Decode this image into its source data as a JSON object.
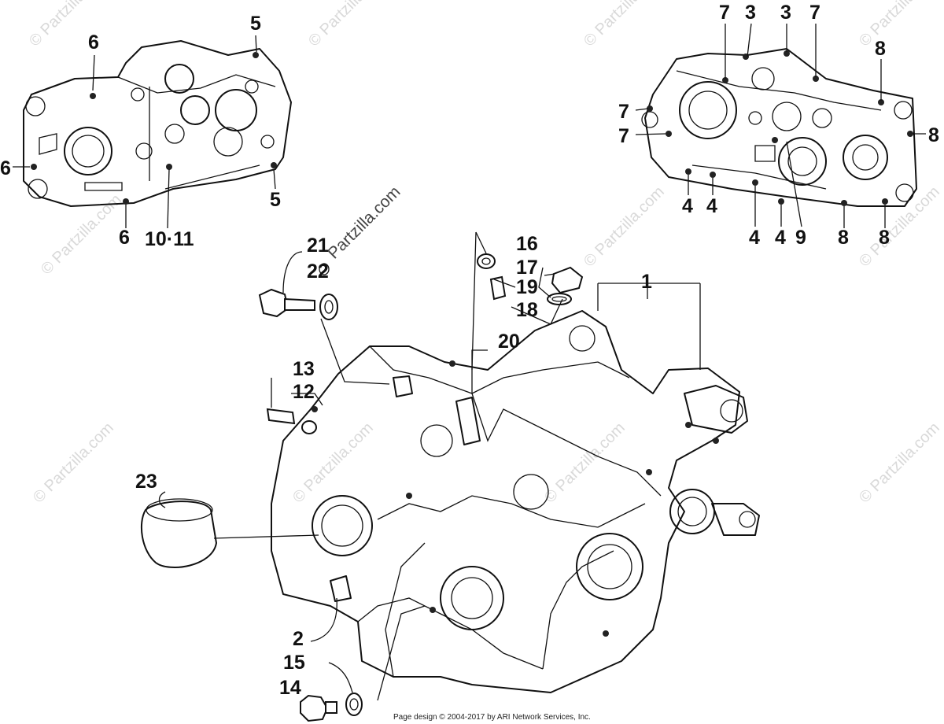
{
  "watermark": "© Partzilla.com",
  "watermark_brand": "Partzilla.com",
  "callouts": {
    "c1": "1",
    "c2": "2",
    "c3a": "3",
    "c3b": "3",
    "c4a": "4",
    "c4b": "4",
    "c4c": "4",
    "c4d": "4",
    "c5a": "5",
    "c5b": "5",
    "c6a": "6",
    "c6b": "6",
    "c6c": "6",
    "c7a": "7",
    "c7b": "7",
    "c7c": "7",
    "c7d": "7",
    "c8a": "8",
    "c8b": "8",
    "c8c": "8",
    "c8d": "8",
    "c9": "9",
    "c1011": "10·11",
    "c12": "12",
    "c13": "13",
    "c14": "14",
    "c15": "15",
    "c16": "16",
    "c17": "17",
    "c18": "18",
    "c19": "19",
    "c20": "20",
    "c21": "21",
    "c22": "22",
    "c23": "23"
  },
  "footer": "Page design © 2004-2017 by ARI Network Services, Inc."
}
